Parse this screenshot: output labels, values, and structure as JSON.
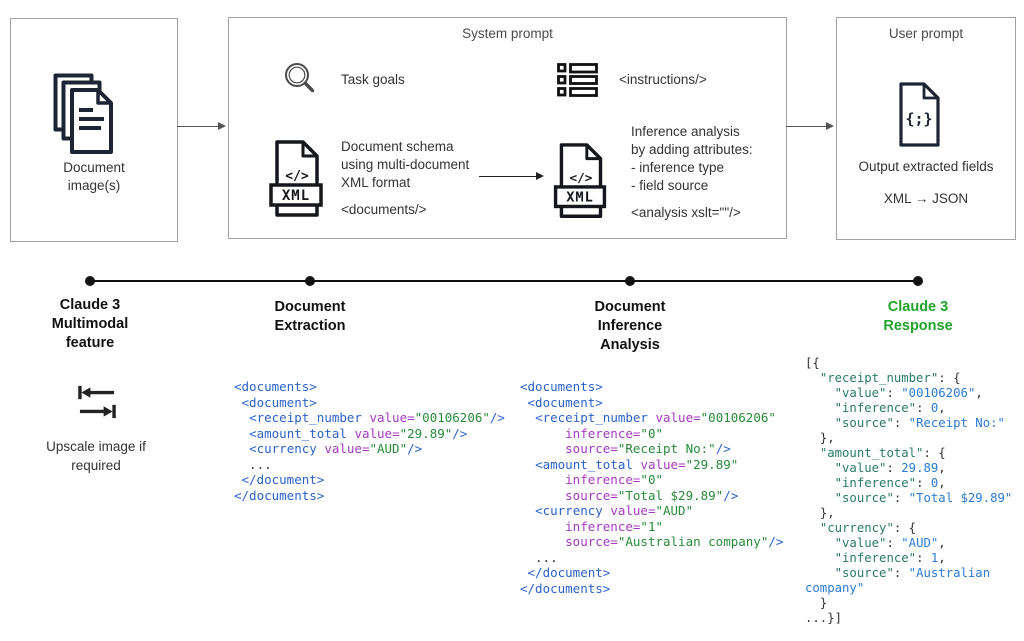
{
  "colors": {
    "xml_tag": "#2c62c8",
    "xml_attr": "#a43bc0",
    "xml_value": "#2a8a3a",
    "json_key": "#2a7a68",
    "json_string": "#2c7bd2",
    "json_number": "#2c7bd2",
    "code_plain": "#333333",
    "response_green": "#1fa32b",
    "box_border": "#a0a0a0",
    "arrow_gray": "#555555",
    "icon_dark": "#1d2433"
  },
  "boxes": {
    "document_images": {
      "label_line1": "Document",
      "label_line2": "image(s)"
    },
    "system_prompt": {
      "title": "System prompt",
      "task_goals": "Task goals",
      "instructions_tag": "<instructions/>",
      "schema_line1": "Document schema",
      "schema_line2": "using multi-document",
      "schema_line3": "XML format",
      "documents_tag": "<documents/>",
      "inference_line1": "Inference analysis",
      "inference_line2": "by adding attributes:",
      "inference_line3": "- inference type",
      "inference_line4": "- field source",
      "analysis_tag": "<analysis xslt=\"\"/>"
    },
    "user_prompt": {
      "title": "User prompt",
      "output_label": "Output extracted fields",
      "conversion_label": "XML → JSON"
    }
  },
  "icons": {
    "xml_code_glyph": "</>",
    "xml_banner_label": "XML",
    "json_glyph": "{;}"
  },
  "timeline": {
    "milestones": [
      {
        "line1": "Claude 3",
        "line2": "Multimodal",
        "line3": "feature"
      },
      {
        "line1": "Document",
        "line2": "Extraction",
        "line3": ""
      },
      {
        "line1": "Document",
        "line2": "Inference",
        "line3": "Analysis"
      },
      {
        "line1": "Claude 3",
        "line2": "Response",
        "line3": ""
      }
    ]
  },
  "upscale_note": {
    "line1": "Upscale image if",
    "line2": "required"
  },
  "code_blocks": {
    "extraction": {
      "lines": [
        [
          [
            "tag",
            "<documents>"
          ]
        ],
        [
          [
            "pln",
            " "
          ],
          [
            "tag",
            "<document>"
          ]
        ],
        [
          [
            "pln",
            "  "
          ],
          [
            "tag",
            "<receipt_number"
          ],
          [
            "pln",
            " "
          ],
          [
            "att",
            "value="
          ],
          [
            "val",
            "\"00106206\""
          ],
          [
            "tag",
            "/>"
          ]
        ],
        [
          [
            "pln",
            "  "
          ],
          [
            "tag",
            "<amount_total"
          ],
          [
            "pln",
            " "
          ],
          [
            "att",
            "value="
          ],
          [
            "val",
            "\"29.89\""
          ],
          [
            "tag",
            "/>"
          ]
        ],
        [
          [
            "pln",
            "  "
          ],
          [
            "tag",
            "<currency"
          ],
          [
            "pln",
            " "
          ],
          [
            "att",
            "value="
          ],
          [
            "val",
            "\"AUD\""
          ],
          [
            "tag",
            "/>"
          ]
        ],
        [
          [
            "pln",
            "  ..."
          ]
        ],
        [
          [
            "pln",
            " "
          ],
          [
            "tag",
            "</document>"
          ]
        ],
        [
          [
            "tag",
            "</documents>"
          ]
        ]
      ]
    },
    "inference": {
      "lines": [
        [
          [
            "tag",
            "<documents>"
          ]
        ],
        [
          [
            "pln",
            " "
          ],
          [
            "tag",
            "<document>"
          ]
        ],
        [
          [
            "pln",
            "  "
          ],
          [
            "tag",
            "<receipt_number"
          ],
          [
            "pln",
            " "
          ],
          [
            "att",
            "value="
          ],
          [
            "val",
            "\"00106206\""
          ]
        ],
        [
          [
            "pln",
            "      "
          ],
          [
            "att",
            "inference="
          ],
          [
            "val",
            "\"0\""
          ]
        ],
        [
          [
            "pln",
            "      "
          ],
          [
            "att",
            "source="
          ],
          [
            "val",
            "\"Receipt No:\""
          ],
          [
            "tag",
            "/>"
          ]
        ],
        [
          [
            "pln",
            "  "
          ],
          [
            "tag",
            "<amount_total"
          ],
          [
            "pln",
            " "
          ],
          [
            "att",
            "value="
          ],
          [
            "val",
            "\"29.89\""
          ]
        ],
        [
          [
            "pln",
            "      "
          ],
          [
            "att",
            "inference="
          ],
          [
            "val",
            "\"0\""
          ]
        ],
        [
          [
            "pln",
            "      "
          ],
          [
            "att",
            "source="
          ],
          [
            "val",
            "\"Total $29.89\""
          ],
          [
            "tag",
            "/>"
          ]
        ],
        [
          [
            "pln",
            "  "
          ],
          [
            "tag",
            "<currency"
          ],
          [
            "pln",
            " "
          ],
          [
            "att",
            "value="
          ],
          [
            "val",
            "\"AUD\""
          ]
        ],
        [
          [
            "pln",
            "      "
          ],
          [
            "att",
            "inference="
          ],
          [
            "val",
            "\"1\""
          ]
        ],
        [
          [
            "pln",
            "      "
          ],
          [
            "att",
            "source="
          ],
          [
            "val",
            "\"Australian company\""
          ],
          [
            "tag",
            "/>"
          ]
        ],
        [
          [
            "pln",
            "  ..."
          ]
        ],
        [
          [
            "pln",
            " "
          ],
          [
            "tag",
            "</document>"
          ]
        ],
        [
          [
            "tag",
            "</documents>"
          ]
        ]
      ]
    },
    "response": {
      "lines": [
        [
          [
            "pun",
            "[{"
          ]
        ],
        [
          [
            "pln",
            "  "
          ],
          [
            "key",
            "\"receipt_number\""
          ],
          [
            "pun",
            ": {"
          ]
        ],
        [
          [
            "pln",
            "    "
          ],
          [
            "key",
            "\"value\""
          ],
          [
            "pun",
            ": "
          ],
          [
            "str",
            "\"00106206\""
          ],
          [
            "pun",
            ","
          ]
        ],
        [
          [
            "pln",
            "    "
          ],
          [
            "key",
            "\"inference\""
          ],
          [
            "pun",
            ": "
          ],
          [
            "num",
            "0"
          ],
          [
            "pun",
            ","
          ]
        ],
        [
          [
            "pln",
            "    "
          ],
          [
            "key",
            "\"source\""
          ],
          [
            "pun",
            ": "
          ],
          [
            "str",
            "\"Receipt No:\""
          ]
        ],
        [
          [
            "pln",
            "  "
          ],
          [
            "pun",
            "},"
          ]
        ],
        [
          [
            "pln",
            "  "
          ],
          [
            "key",
            "\"amount_total\""
          ],
          [
            "pun",
            ": {"
          ]
        ],
        [
          [
            "pln",
            "    "
          ],
          [
            "key",
            "\"value\""
          ],
          [
            "pun",
            ": "
          ],
          [
            "num",
            "29.89"
          ],
          [
            "pun",
            ","
          ]
        ],
        [
          [
            "pln",
            "    "
          ],
          [
            "key",
            "\"inference\""
          ],
          [
            "pun",
            ": "
          ],
          [
            "num",
            "0"
          ],
          [
            "pun",
            ","
          ]
        ],
        [
          [
            "pln",
            "    "
          ],
          [
            "key",
            "\"source\""
          ],
          [
            "pun",
            ": "
          ],
          [
            "str",
            "\"Total $29.89\""
          ]
        ],
        [
          [
            "pln",
            "  "
          ],
          [
            "pun",
            "},"
          ]
        ],
        [
          [
            "pln",
            "  "
          ],
          [
            "key",
            "\"currency\""
          ],
          [
            "pun",
            ": {"
          ]
        ],
        [
          [
            "pln",
            "    "
          ],
          [
            "key",
            "\"value\""
          ],
          [
            "pun",
            ": "
          ],
          [
            "str",
            "\"AUD\""
          ],
          [
            "pun",
            ","
          ]
        ],
        [
          [
            "pln",
            "    "
          ],
          [
            "key",
            "\"inference\""
          ],
          [
            "pun",
            ": "
          ],
          [
            "num",
            "1"
          ],
          [
            "pun",
            ","
          ]
        ],
        [
          [
            "pln",
            "    "
          ],
          [
            "key",
            "\"source\""
          ],
          [
            "pun",
            ": "
          ],
          [
            "str",
            "\"Australian"
          ]
        ],
        [
          [
            "str",
            "company\""
          ]
        ],
        [
          [
            "pln",
            "  "
          ],
          [
            "pun",
            "}"
          ]
        ],
        [
          [
            "pun",
            "...}]"
          ]
        ]
      ]
    }
  }
}
